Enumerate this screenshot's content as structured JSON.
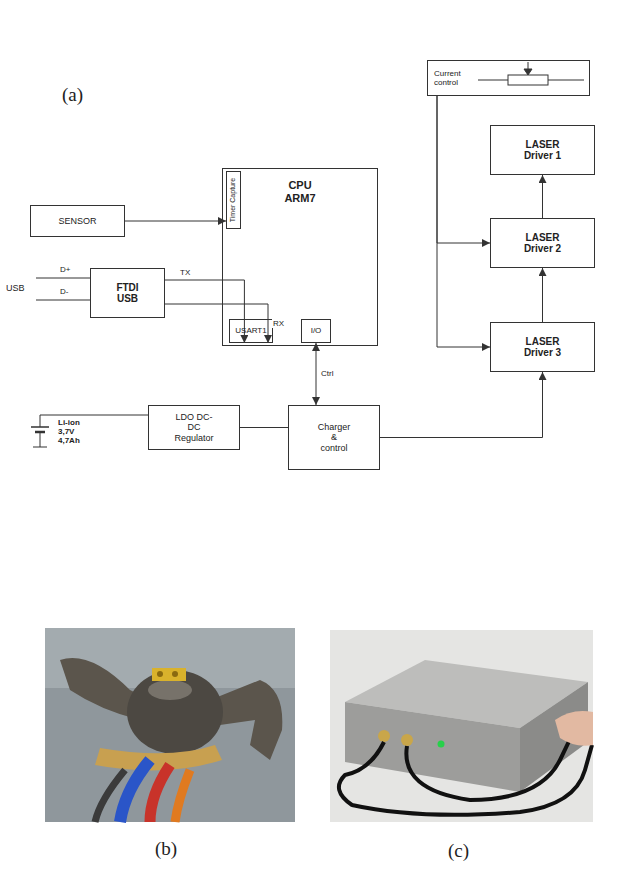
{
  "diagram": {
    "nodes": [
      {
        "text": [
          "SENSOR"
        ]
      },
      {
        "text": [
          "CPU ARM7"
        ]
      },
      {
        "text": [
          "Timer Capture"
        ],
        "in": 1
      },
      {
        "text": [
          "USART1"
        ],
        "in": 1
      },
      {
        "text": [
          "I/O"
        ],
        "in": 1
      },
      {
        "text": [
          "FTDI USB"
        ]
      },
      {
        "text": [
          "Current control"
        ]
      },
      {
        "text": [
          "LASER Driver 1"
        ]
      },
      {
        "text": [
          "LASER Driver 2"
        ]
      },
      {
        "text": [
          "LASER Driver 3"
        ]
      },
      {
        "text": [
          "LDO DC-DC Regulator"
        ]
      },
      {
        "text": [
          "Charger & control"
        ]
      }
    ],
    "edges": [
      {
        "from": 0,
        "to": 2,
        "arrow": "to"
      },
      {
        "from": 5,
        "to": 3,
        "label": "TX",
        "arrow": "to"
      },
      {
        "from": 5,
        "to": 3,
        "label": "RX",
        "arrow": "to"
      },
      {
        "from": 4,
        "to": 11,
        "label": "Ctrl",
        "arrow": "both"
      },
      {
        "from": 10,
        "to": 11,
        "arrow": "none"
      },
      {
        "from": 11,
        "to": 9,
        "arrow": "to"
      },
      {
        "from": 9,
        "to": 8,
        "arrow": "to"
      },
      {
        "from": 8,
        "to": 7,
        "arrow": "to"
      },
      {
        "from": 6,
        "to": 8,
        "arrow": "to"
      },
      {
        "from": 6,
        "to": 9,
        "arrow": "to"
      }
    ],
    "labels": [
      "(a)",
      "USB",
      "D+",
      "D-",
      "Li-ion 3,7V 4,7Ah",
      "(b)",
      "(c)"
    ]
  }
}
